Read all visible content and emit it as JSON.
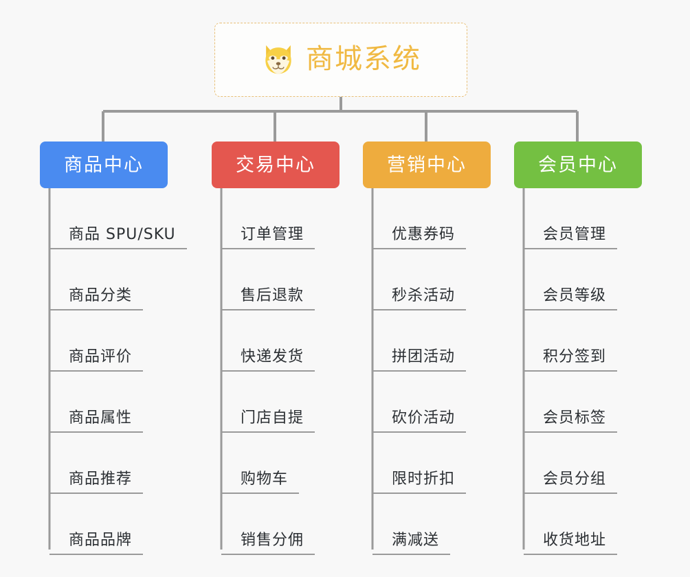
{
  "page": {
    "background_color": "#f8f8f8",
    "diagram_type": "organization-tree",
    "title": "商城系统"
  },
  "root": {
    "title": "商城系统",
    "icon": "shiba-dog-face-icon",
    "text_color": "#f0b942",
    "border_color": "#e8bf76",
    "background_color": "#fdfdfc"
  },
  "line_color": "#9a9a9a",
  "columns": [
    {
      "id": "product-center",
      "label": "商品中心",
      "color": "#4a8bf0",
      "items": [
        "商品 SPU/SKU",
        "商品分类",
        "商品评价",
        "商品属性",
        "商品推荐",
        "商品品牌"
      ]
    },
    {
      "id": "trade-center",
      "label": "交易中心",
      "color": "#e4574f",
      "items": [
        "订单管理",
        "售后退款",
        "快递发货",
        "门店自提",
        "购物车",
        "销售分佣"
      ]
    },
    {
      "id": "marketing-center",
      "label": "营销中心",
      "color": "#eeac3e",
      "items": [
        "优惠券码",
        "秒杀活动",
        "拼团活动",
        "砍价活动",
        "限时折扣",
        "满减送"
      ]
    },
    {
      "id": "member-center",
      "label": "会员中心",
      "color": "#74c042",
      "items": [
        "会员管理",
        "会员等级",
        "积分签到",
        "会员标签",
        "会员分组",
        "收货地址"
      ]
    }
  ]
}
